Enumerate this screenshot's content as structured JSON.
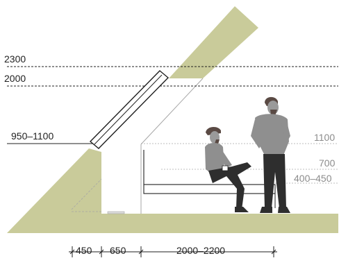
{
  "colors": {
    "roof": "#c9cb9a",
    "dim_line": "#1f1f1f",
    "grey_line": "#a6a6a6",
    "person": "#8f8f8f",
    "person_dark": "#2e2e2e",
    "hair": "#5a4a44",
    "text_dark": "#1f1f1f",
    "text_grey": "#8c8c8c"
  },
  "levels_left": {
    "h2300": "2300",
    "h2000": "2000",
    "h950": "950–1100"
  },
  "levels_right": {
    "h1100": "1100",
    "h700": "700",
    "h450": "400–450"
  },
  "bottom_dims": {
    "d1": "450",
    "d2": "650",
    "d3": "2000–2200"
  },
  "icons": {
    "window": "roof-window-icon",
    "sitting": "sitting-man-icon",
    "standing": "standing-man-icon",
    "cup": "cup-icon"
  }
}
